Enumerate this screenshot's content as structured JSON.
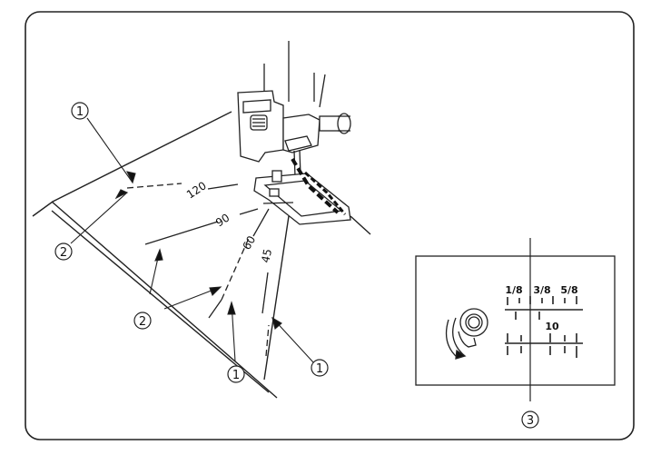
{
  "callouts": {
    "c1_top": "①",
    "c2_left": "②",
    "c2_lower": "②",
    "c1_bottom_mid": "①",
    "c1_bottom_right": "①",
    "c3": "③"
  },
  "guide_angles": [
    "120",
    "90",
    "60",
    "45"
  ],
  "inset": {
    "fractions": [
      "1/8",
      "3/8",
      "5/8"
    ],
    "metric": "10"
  },
  "icons": [
    "presser-foot-icon",
    "needle-plate-icon",
    "rotation-arrow-icon"
  ]
}
